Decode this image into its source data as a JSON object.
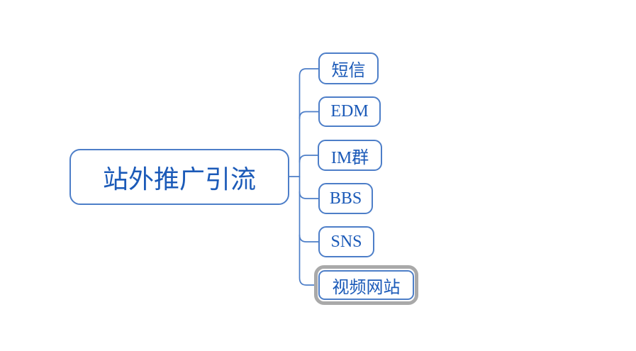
{
  "diagram": {
    "type": "mindmap",
    "background": "#ffffff",
    "root": {
      "label": "站外推广引流"
    },
    "children": [
      {
        "label": "短信",
        "selected": false
      },
      {
        "label": "EDM",
        "selected": false
      },
      {
        "label": "IM群",
        "selected": false
      },
      {
        "label": "BBS",
        "selected": false
      },
      {
        "label": "SNS",
        "selected": false
      },
      {
        "label": "视频网站",
        "selected": true
      }
    ],
    "colors": {
      "node_border": "#4d7ec8",
      "node_text": "#1b5ab8",
      "connector": "#4d7ec8",
      "selection_ring": "#a9a9a9",
      "node_fill": "#ffffff"
    }
  }
}
